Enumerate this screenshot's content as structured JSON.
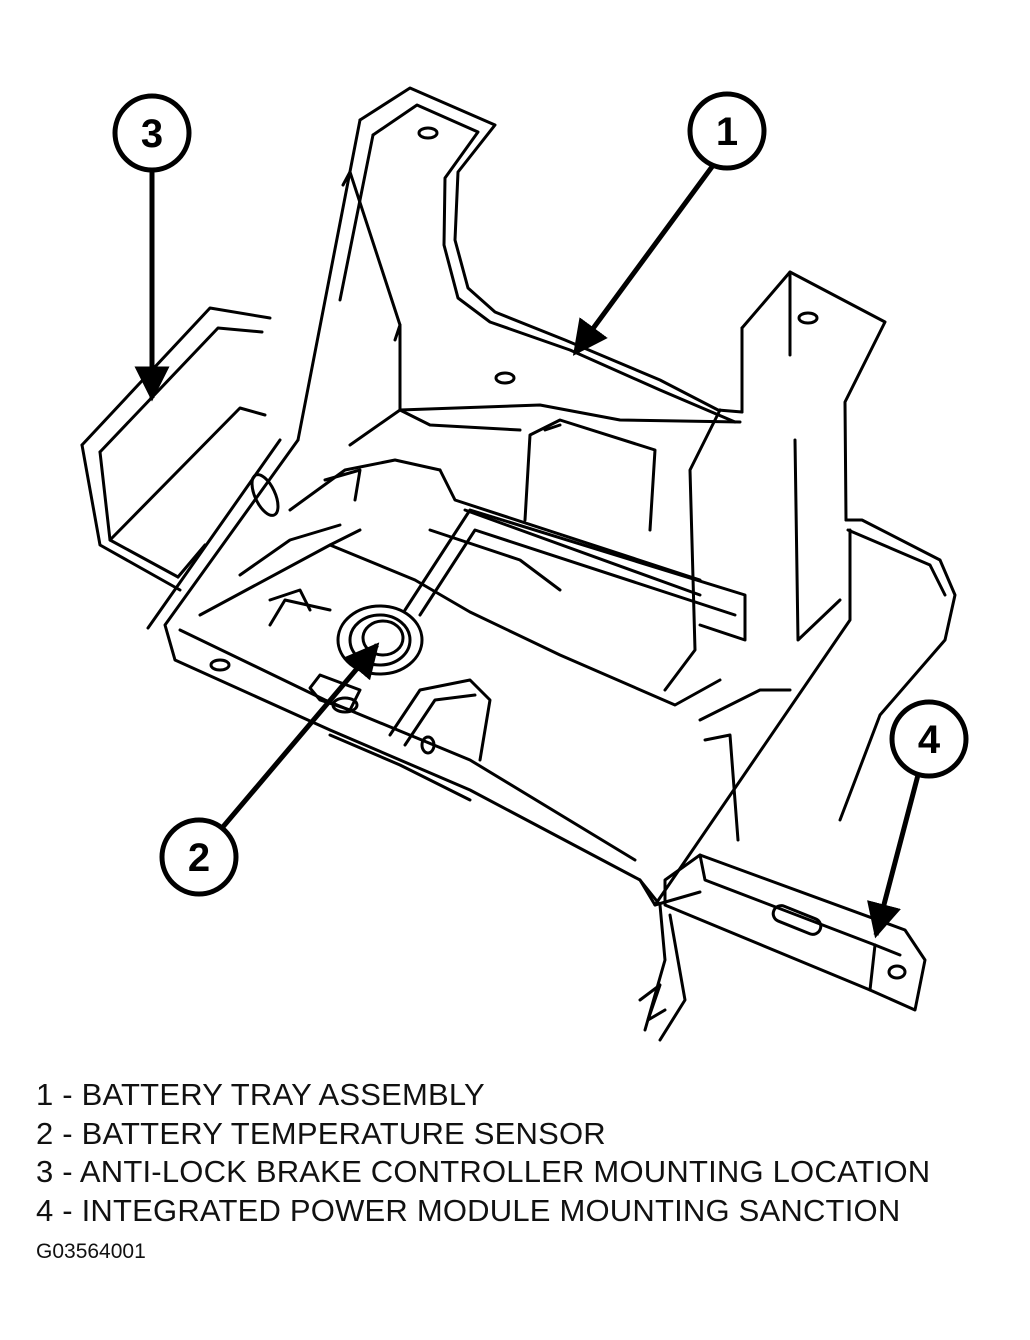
{
  "callouts": {
    "c1": "1",
    "c2": "2",
    "c3": "3",
    "c4": "4"
  },
  "legend": [
    {
      "text": "1 - BATTERY TRAY ASSEMBLY"
    },
    {
      "text": "2 - BATTERY TEMPERATURE SENSOR"
    },
    {
      "text": "3 - ANTI-LOCK BRAKE CONTROLLER MOUNTING LOCATION"
    },
    {
      "text": "4 - INTEGRATED POWER MODULE MOUNTING SANCTION"
    }
  ],
  "figure_id": "G03564001"
}
